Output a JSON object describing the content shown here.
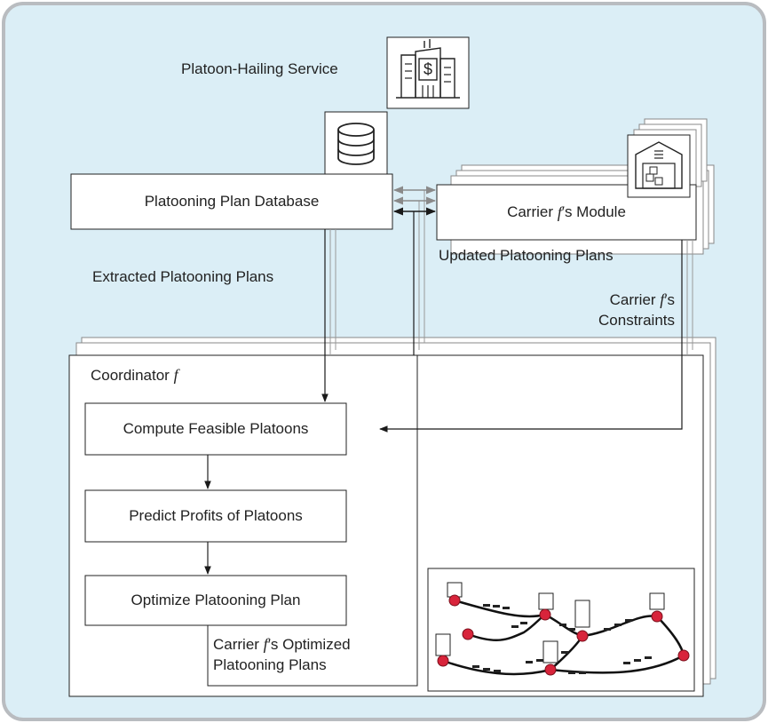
{
  "service": {
    "label": "Platoon-Hailing Service"
  },
  "database": {
    "label": "Platooning Plan Database"
  },
  "carrier_module": {
    "prefix": "Carrier ",
    "italic": "f",
    "suffix": "′s Module"
  },
  "flows": {
    "extracted": "Extracted Platooning Plans",
    "updated": "Updated Platooning Plans",
    "constraints_line1_prefix": "Carrier ",
    "constraints_line1_italic": "f",
    "constraints_line1_suffix": "′s",
    "constraints_line2": "Constraints"
  },
  "coordinator": {
    "title_prefix": "Coordinator ",
    "title_italic": "f",
    "steps": {
      "compute": "Compute Feasible Platoons",
      "predict": "Predict Profits of Platoons",
      "optimize": "Optimize Platooning Plan"
    },
    "output_line1_prefix": "Carrier ",
    "output_line1_italic": "f",
    "output_line1_suffix": "′s Optimized",
    "output_line2": "Platooning Plans"
  },
  "icons": {
    "service": "office-building-dollar-icon",
    "database": "database-icon",
    "carrier": "warehouse-icon",
    "map": "road-network-trucks-icon"
  },
  "colors": {
    "background": "#dbeef6",
    "frame": "#b9bcc0",
    "node": "#d8243b",
    "arrow_gray": "#8a8a8a",
    "line": "#1a1a1a"
  }
}
